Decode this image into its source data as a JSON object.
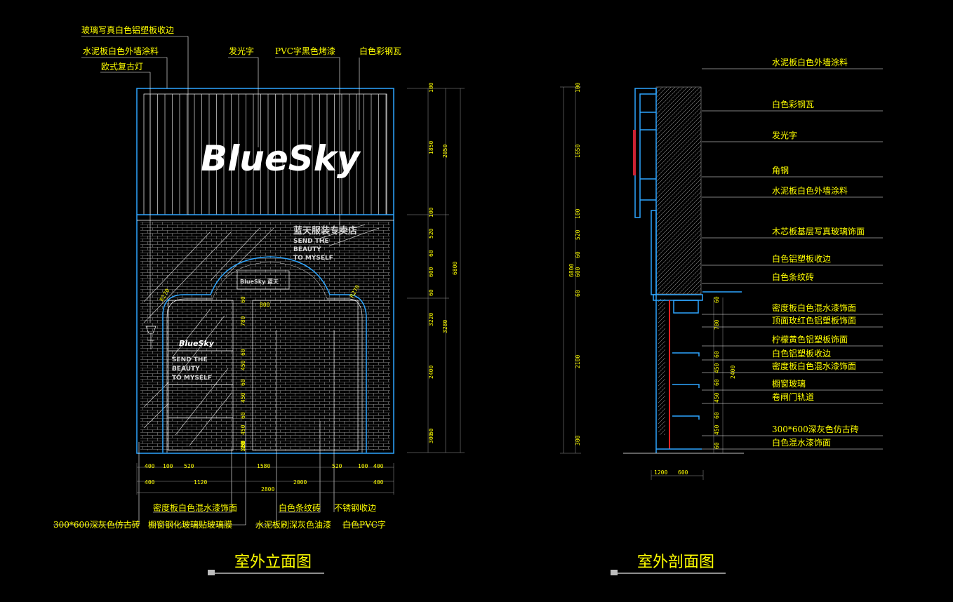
{
  "elevation": {
    "title": "室外立面图",
    "top_labels": [
      "玻璃写真白色铝塑板收边",
      "水泥板白色外墙涂料",
      "欧式复古灯",
      "发光字",
      "PVC字黑色烤漆",
      "白色彩钢瓦"
    ],
    "bottom_labels": [
      "密度板白色混水漆饰面",
      "300*600深灰色仿古砖",
      "橱窗钢化玻璃贴玻璃膜",
      "白色条纹砖",
      "不锈钢收边",
      "水泥板刷深灰色油漆",
      "白色PVC字"
    ],
    "logo_text": "BlueSky",
    "sign_small_text": "BlueSky 蓝天",
    "window_logo": "BlueSky",
    "window_lines": [
      "SEND THE",
      "BEAUTY",
      "TO MYSELF"
    ],
    "sign_cn": "蓝天服装专卖店",
    "sign_lines": [
      "SEND THE",
      "BEAUTY",
      "TO MYSELF"
    ],
    "arch_dims": [
      "R270",
      "R270"
    ],
    "door_dim": "800",
    "window_dims": [
      "60",
      "780",
      "60",
      "450",
      "60",
      "450",
      "60",
      "450",
      "60",
      "450",
      "120"
    ],
    "right_dims_1": [
      "100",
      "1850",
      "100",
      "520",
      "60",
      "600",
      "60",
      "3220",
      "2400",
      "300",
      "60"
    ],
    "right_dims_2": [
      "2050",
      "3280"
    ],
    "right_dims_total": "6800",
    "bottom_dims_1": [
      "400",
      "100",
      "520",
      "1580",
      "520",
      "100",
      "400"
    ],
    "bottom_dims_2": [
      "400",
      "1120",
      "2000",
      "400"
    ],
    "bottom_dims_total": "2800"
  },
  "section": {
    "title": "室外剖面图",
    "labels": [
      "水泥板白色外墙涂料",
      "白色彩钢瓦",
      "发光字",
      "角钢",
      "水泥板白色外墙涂料",
      "木芯板基层写真玻璃饰面",
      "白色铝塑板收边",
      "白色条纹砖",
      "密度板白色混水漆饰面",
      "顶面玫红色铝塑板饰面",
      "柠檬黄色铝塑板饰面",
      "白色铝塑板收边",
      "密度板白色混水漆饰面",
      "橱窗玻璃",
      "卷闸门轨道",
      "300*600深灰色仿古砖",
      "白色混水漆饰面"
    ],
    "left_dims": [
      "100",
      "1650",
      "100",
      "520",
      "60",
      "600",
      "60",
      "2100",
      "300"
    ],
    "left_total": "6800",
    "right_dims": [
      "60",
      "780",
      "60",
      "450",
      "60",
      "450",
      "60",
      "450",
      "60"
    ],
    "right_total": "2400",
    "bottom_dims": [
      "1200",
      "600"
    ]
  }
}
